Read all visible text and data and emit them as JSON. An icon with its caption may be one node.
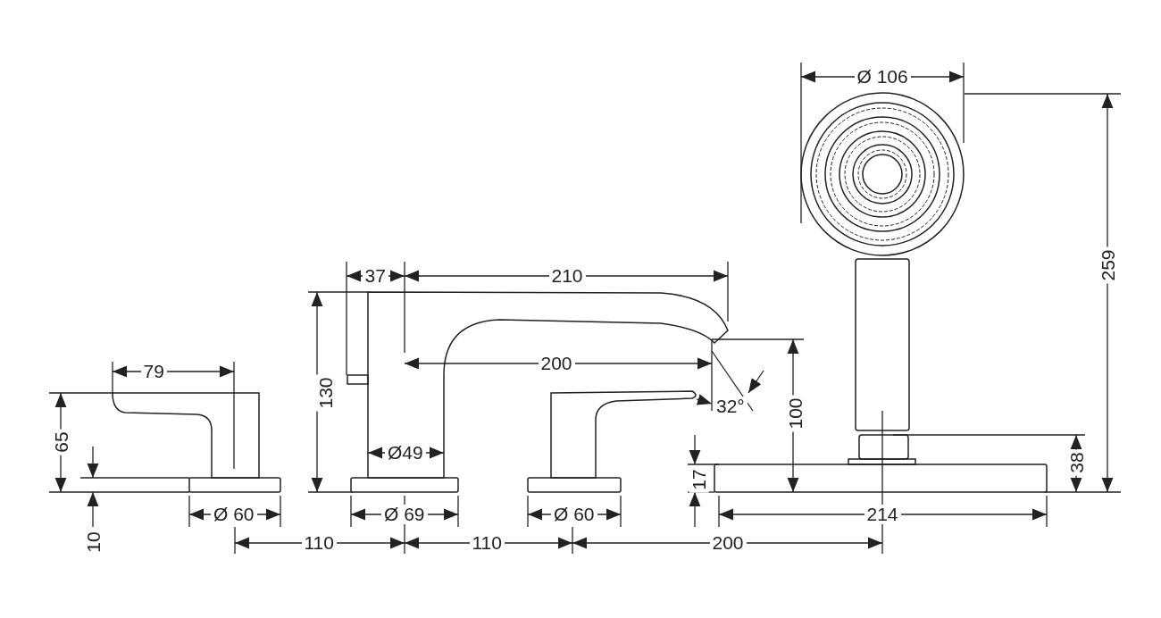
{
  "diagram": {
    "labels": [
      "Ø 106",
      "259",
      "37",
      "210",
      "200",
      "130",
      "79",
      "32°",
      "100",
      "65",
      "Ø49",
      "38",
      "17",
      "Ø 60",
      "Ø 69",
      "Ø 60",
      "214",
      "10",
      "110",
      "110",
      "200"
    ]
  }
}
